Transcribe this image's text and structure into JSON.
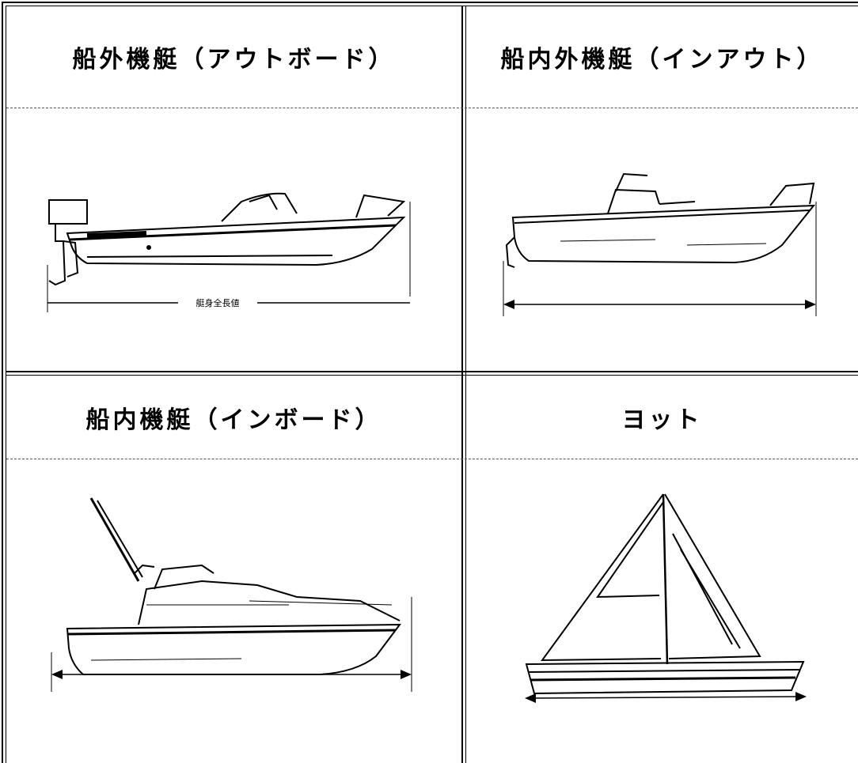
{
  "cells": [
    {
      "title": "船外機艇（アウトボード）",
      "icon": "outboard-boat",
      "measure_label": "艇身全長値"
    },
    {
      "title": "船内外機艇（インアウト）",
      "icon": "inout-boat"
    },
    {
      "title": "船内機艇（インボード）",
      "icon": "inboard-boat"
    },
    {
      "title": "ヨット",
      "icon": "sailboat"
    }
  ],
  "colors": {
    "line": "#000000",
    "background": "#ffffff"
  }
}
